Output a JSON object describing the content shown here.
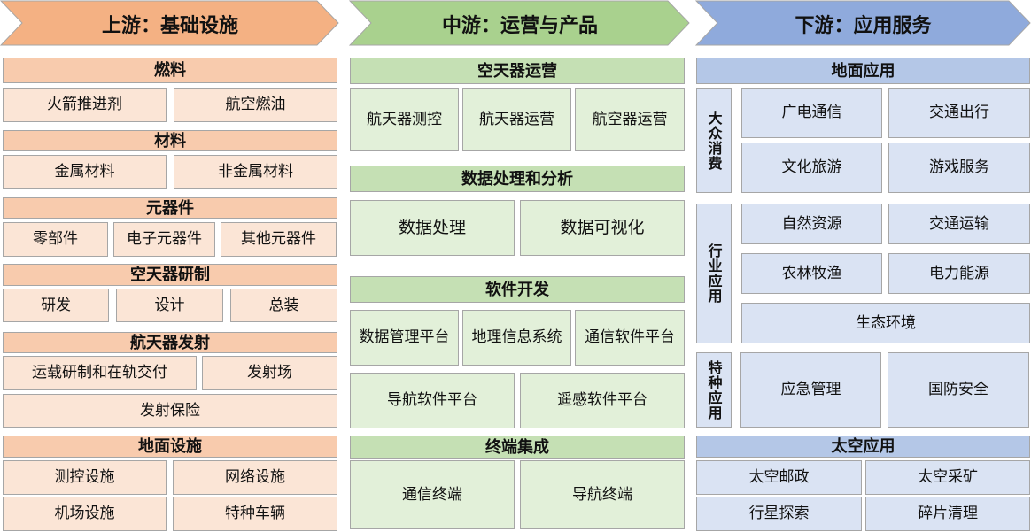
{
  "upstream": {
    "title": "上游：基础设施",
    "color": "#F4B183",
    "fuel": {
      "title": "燃料",
      "items": [
        "火箭推进剂",
        "航空燃油"
      ]
    },
    "materials": {
      "title": "材料",
      "items": [
        "金属材料",
        "非金属材料"
      ]
    },
    "components": {
      "title": "元器件",
      "items": [
        "零部件",
        "电子元器件",
        "其他元器件"
      ]
    },
    "rnd": {
      "title": "空天器研制",
      "items": [
        "研发",
        "设计",
        "总装"
      ]
    },
    "launch": {
      "title": "航天器发射",
      "items": [
        "运载研制和在轨交付",
        "发射场",
        "发射保险"
      ]
    },
    "ground": {
      "title": "地面设施",
      "items": [
        "测控设施",
        "网络设施",
        "机场设施",
        "特种车辆"
      ]
    }
  },
  "midstream": {
    "title": "中游：运营与产品",
    "color": "#A9D18E",
    "ops": {
      "title": "空天器运营",
      "items": [
        "航天器测控",
        "航天器运营",
        "航空器运营"
      ]
    },
    "data": {
      "title": "数据处理和分析",
      "items": [
        "数据处理",
        "数据可视化"
      ]
    },
    "software": {
      "title": "软件开发",
      "items": [
        "数据管理平台",
        "地理信息系统",
        "通信软件平台",
        "导航软件平台",
        "遥感软件平台"
      ]
    },
    "terminal": {
      "title": "终端集成",
      "items": [
        "通信终端",
        "导航终端"
      ]
    }
  },
  "downstream": {
    "title": "下游：应用服务",
    "color": "#8FAADC",
    "ground_app": {
      "title": "地面应用",
      "consumer": {
        "title": "大众消费",
        "items": [
          "广电通信",
          "交通出行",
          "文化旅游",
          "游戏服务"
        ]
      },
      "industry": {
        "title": "行业应用",
        "items": [
          "自然资源",
          "交通运输",
          "农林牧渔",
          "电力能源",
          "生态环境"
        ]
      },
      "special": {
        "title": "特种应用",
        "items": [
          "应急管理",
          "国防安全"
        ]
      }
    },
    "space_app": {
      "title": "太空应用",
      "items": [
        "太空邮政",
        "太空采矿",
        "行星探索",
        "碎片清理"
      ]
    }
  }
}
